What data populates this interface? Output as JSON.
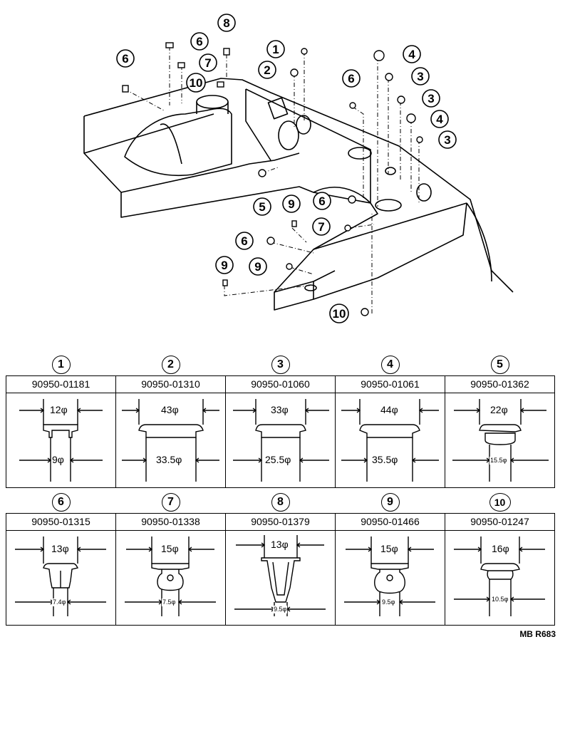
{
  "callouts": [
    {
      "n": "1"
    },
    {
      "n": "2"
    },
    {
      "n": "3"
    },
    {
      "n": "4"
    },
    {
      "n": "5"
    },
    {
      "n": "6"
    },
    {
      "n": "7"
    },
    {
      "n": "8"
    },
    {
      "n": "9"
    },
    {
      "n": "10"
    }
  ],
  "diagram_callouts": {
    "c8": "8",
    "c6a": "6",
    "c7a": "7",
    "c10a": "10",
    "c6b": "6",
    "c1": "1",
    "c2": "2",
    "c4a": "4",
    "c3a": "3",
    "c6c": "6",
    "c3b": "3",
    "c4b": "4",
    "c3c": "3",
    "c5": "5",
    "c9a": "9",
    "c6d": "6",
    "c7b": "7",
    "c6e": "6",
    "c9b": "9",
    "c9c": "9",
    "c10b": "10"
  },
  "parts_row1": [
    {
      "index": "1",
      "part_no": "90950-01181",
      "top": "12φ",
      "bottom": "9φ"
    },
    {
      "index": "2",
      "part_no": "90950-01310",
      "top": "43φ",
      "bottom": "33.5φ"
    },
    {
      "index": "3",
      "part_no": "90950-01060",
      "top": "33φ",
      "bottom": "25.5φ"
    },
    {
      "index": "4",
      "part_no": "90950-01061",
      "top": "44φ",
      "bottom": "35.5φ"
    },
    {
      "index": "5",
      "part_no": "90950-01362",
      "top": "22φ",
      "bottom": "15.5φ"
    }
  ],
  "parts_row2": [
    {
      "index": "6",
      "part_no": "90950-01315",
      "top": "13φ",
      "bottom": "7.4φ"
    },
    {
      "index": "7",
      "part_no": "90950-01338",
      "top": "15φ",
      "bottom": "7.5φ"
    },
    {
      "index": "8",
      "part_no": "90950-01379",
      "top": "13φ",
      "bottom": "9.5φ"
    },
    {
      "index": "9",
      "part_no": "90950-01466",
      "top": "15φ",
      "bottom": "9.5φ"
    },
    {
      "index": "10",
      "part_no": "90950-01247",
      "top": "16φ",
      "bottom": "10.5φ"
    }
  ],
  "footer_code": "MB R683"
}
